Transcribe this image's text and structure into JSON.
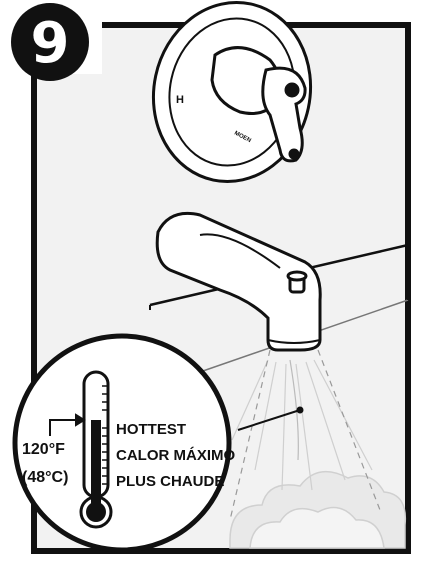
{
  "step": {
    "number": "9"
  },
  "thermometer": {
    "temp_f": "120°F",
    "temp_c": "(48°C)"
  },
  "labels": {
    "en": "HOTTEST",
    "es": "CALOR MÁXIMO",
    "fr": "PLUS CHAUDE"
  },
  "valve": {
    "hot_marker": "H",
    "brand": "MOEN"
  },
  "colors": {
    "ink": "#111111",
    "panel": "#f2f2f2",
    "steam": "#e6e6e6",
    "mercury": "#111111"
  }
}
